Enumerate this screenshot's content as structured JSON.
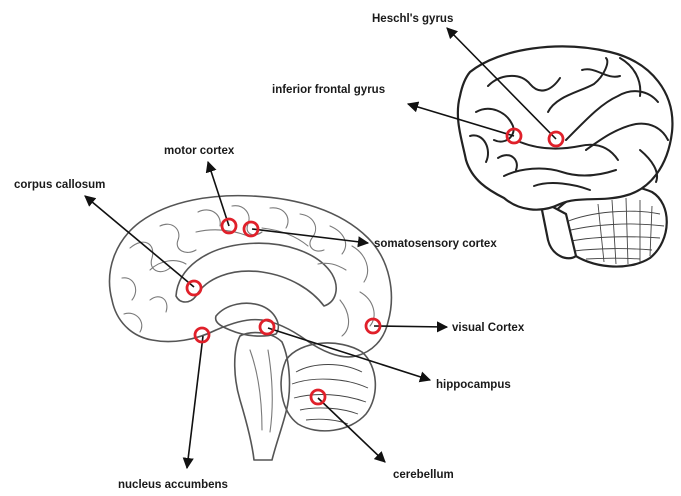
{
  "colors": {
    "marker": "#e0202a",
    "arrow": "#111111",
    "text": "#1a1a1a"
  },
  "labels": {
    "heschl": "Heschl's gyrus",
    "ifg": "inferior frontal gyrus",
    "motor": "motor cortex",
    "corpus": "corpus callosum",
    "somato": "somatosensory cortex",
    "visual": "visual Cortex",
    "hippo": "hippocampus",
    "nucleus": "nucleus accumbens",
    "cereb": "cerebellum"
  }
}
